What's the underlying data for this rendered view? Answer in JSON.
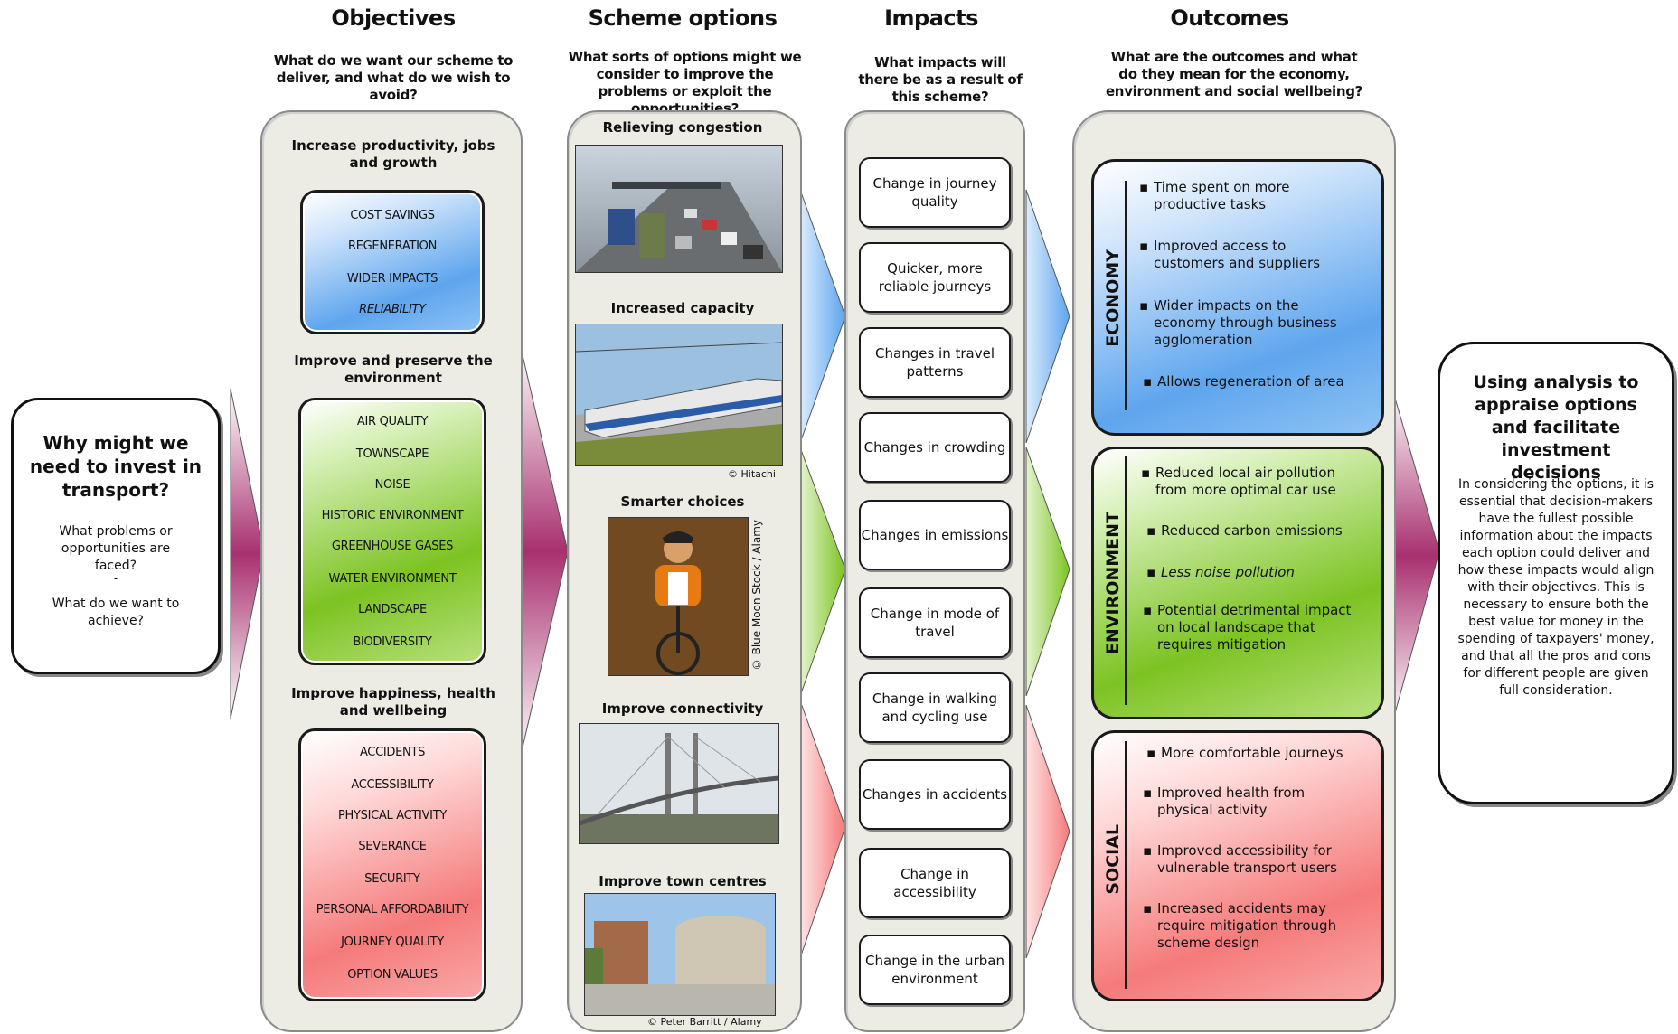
{
  "columns": {
    "objectives": {
      "heading": "Objectives",
      "subheading": "What do we want our scheme to deliver, and what do we wish to avoid?"
    },
    "scheme": {
      "heading": "Scheme options",
      "subheading": "What sorts of options might we consider to improve the problems or exploit the opportunities?"
    },
    "impacts": {
      "heading": "Impacts",
      "subheading": "What impacts will there be as a result of this scheme?"
    },
    "outcomes": {
      "heading": "Outcomes",
      "subheading": "What are the outcomes and what do they mean for the economy, environment and social wellbeing?"
    }
  },
  "left_box": {
    "title": "Why might we need to invest in transport?",
    "q1": "What problems or opportunities are faced?",
    "dash": "-",
    "q2": "What do we want to achieve?"
  },
  "objectives": [
    {
      "title": "Increase productivity, jobs and growth",
      "color": "#5ea5ee",
      "items": [
        "COST SAVINGS",
        "REGENERATION",
        "WIDER IMPACTS",
        "RELIABILITY"
      ]
    },
    {
      "title": "Improve and preserve the environment",
      "color": "#7cc322",
      "items": [
        "AIR QUALITY",
        "TOWNSCAPE",
        "NOISE",
        "HISTORIC ENVIRONMENT",
        "GREENHOUSE GASES",
        "WATER ENVIRONMENT",
        "LANDSCAPE",
        "BIODIVERSITY"
      ]
    },
    {
      "title": "Improve happiness, health and wellbeing",
      "color": "#f57a7a",
      "items": [
        "ACCIDENTS",
        "ACCESSIBILITY",
        "PHYSICAL ACTIVITY",
        "SEVERANCE",
        "SECURITY",
        "PERSONAL AFFORDABILITY",
        "JOURNEY QUALITY",
        "OPTION VALUES"
      ]
    }
  ],
  "scheme_options": [
    {
      "caption": "Relieving congestion",
      "credit": ""
    },
    {
      "caption": "Increased capacity",
      "credit": "© Hitachi"
    },
    {
      "caption": "Smarter choices",
      "credit": "© Blue Moon Stock / Alamy"
    },
    {
      "caption": "Improve connectivity",
      "credit": ""
    },
    {
      "caption": "Improve town centres",
      "credit": "© Peter Barritt / Alamy"
    }
  ],
  "impacts": [
    "Change in journey quality",
    "Quicker, more reliable journeys",
    "Changes in travel patterns",
    "Changes in crowding",
    "Changes in emissions",
    "Change in mode of travel",
    "Change in walking and cycling use",
    "Changes in accidents",
    "Change in accessibility",
    "Change in the urban environment"
  ],
  "outcomes": [
    {
      "label": "ECONOMY",
      "color": "#5ea5ee",
      "bullets": [
        "Time spent on more productive tasks",
        "Improved access to customers and suppliers",
        "Wider impacts on the economy through business agglomeration",
        "Allows regeneration of area"
      ]
    },
    {
      "label": "ENVIRONMENT",
      "color": "#7cc322",
      "bullets": [
        "Reduced local air pollution from more optimal car use",
        "Reduced carbon emissions",
        "Less noise pollution",
        "Potential detrimental impact on local landscape that requires mitigation"
      ]
    },
    {
      "label": "SOCIAL",
      "color": "#f57a7a",
      "bullets": [
        "More comfortable journeys",
        "Improved health from physical activity",
        "Improved accessibility for vulnerable transport users",
        "Increased accidents may require mitigation through scheme design"
      ]
    }
  ],
  "right_box": {
    "title": "Using analysis to appraise options and facilitate investment decisions",
    "body": "In considering the options, it is essential that decision-makers have the fullest possible information about the impacts each option could deliver and how these impacts would align with their objectives. This is necessary to ensure both the best value for money in the spending of taxpayers' money, and that all the pros and cons for different people are given full consideration."
  },
  "colors": {
    "panel": "#ecebe4",
    "arrow_magenta": "#a8306f",
    "blue": "#5ea5ee",
    "green": "#7cc322",
    "red": "#f57a7a"
  }
}
